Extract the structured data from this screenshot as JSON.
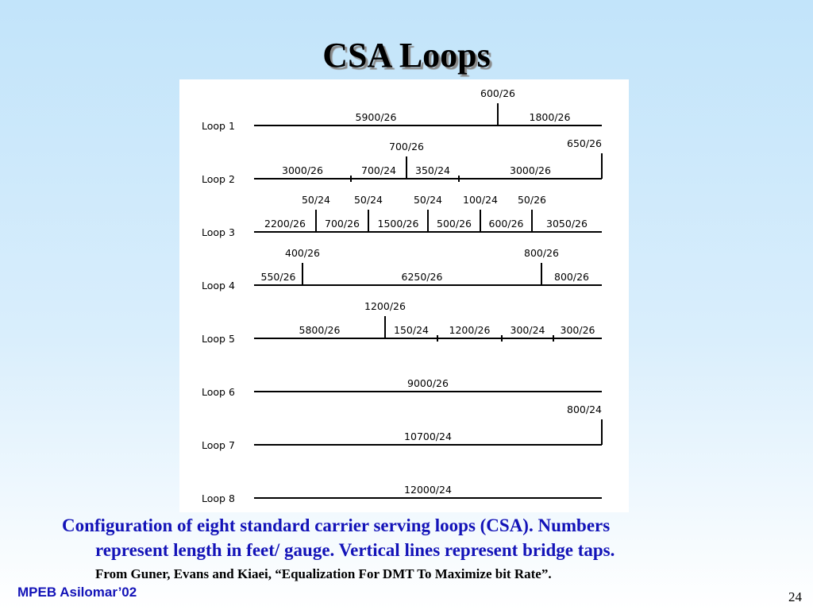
{
  "slide": {
    "title": "CSA Loops",
    "caption_line1": "Configuration of eight standard carrier serving loops (CSA). Numbers",
    "caption_line2": "represent length in feet/ gauge. Vertical lines represent bridge taps.",
    "source": "From Guner, Evans and Kiaei, “Equalization For DMT To Maximize bit Rate”.",
    "footer": "MPEB Asilomar’02",
    "page_number": "24"
  },
  "loops": [
    {
      "label": "Loop 1",
      "segments": [
        "5900/26",
        "1800/26"
      ],
      "taps": [
        {
          "after_segment": 1,
          "label": "600/26"
        }
      ],
      "splices": [],
      "end_tap": null
    },
    {
      "label": "Loop 2",
      "segments": [
        "3000/26",
        "700/24",
        "350/24",
        "3000/26"
      ],
      "taps": [
        {
          "after_segment": 2,
          "label": "700/26"
        }
      ],
      "splices": [
        1,
        3
      ],
      "end_tap": "650/26"
    },
    {
      "label": "Loop 3",
      "segments": [
        "2200/26",
        "700/26",
        "1500/26",
        "500/26",
        "600/26",
        "3050/26"
      ],
      "taps": [
        {
          "after_segment": 1,
          "label": "50/24"
        },
        {
          "after_segment": 2,
          "label": "50/24"
        },
        {
          "after_segment": 3,
          "label": "50/24"
        },
        {
          "after_segment": 4,
          "label": "100/24"
        },
        {
          "after_segment": 5,
          "label": "50/26"
        }
      ],
      "splices": [],
      "end_tap": null
    },
    {
      "label": "Loop 4",
      "segments": [
        "550/26",
        "6250/26",
        "800/26"
      ],
      "taps": [
        {
          "after_segment": 1,
          "label": "400/26"
        },
        {
          "after_segment": 2,
          "label": "800/26"
        }
      ],
      "splices": [],
      "end_tap": null
    },
    {
      "label": "Loop 5",
      "segments": [
        "5800/26",
        "150/24",
        "1200/26",
        "300/24",
        "300/26"
      ],
      "taps": [
        {
          "after_segment": 1,
          "label": "1200/26"
        }
      ],
      "splices": [
        2,
        3,
        4
      ],
      "end_tap": null
    },
    {
      "label": "Loop 6",
      "segments": [
        "9000/26"
      ],
      "taps": [],
      "splices": [],
      "end_tap": null
    },
    {
      "label": "Loop 7",
      "segments": [
        "10700/24"
      ],
      "taps": [],
      "splices": [],
      "end_tap": "800/24"
    },
    {
      "label": "Loop 8",
      "segments": [
        "12000/24"
      ],
      "taps": [],
      "splices": [],
      "end_tap": null
    }
  ]
}
